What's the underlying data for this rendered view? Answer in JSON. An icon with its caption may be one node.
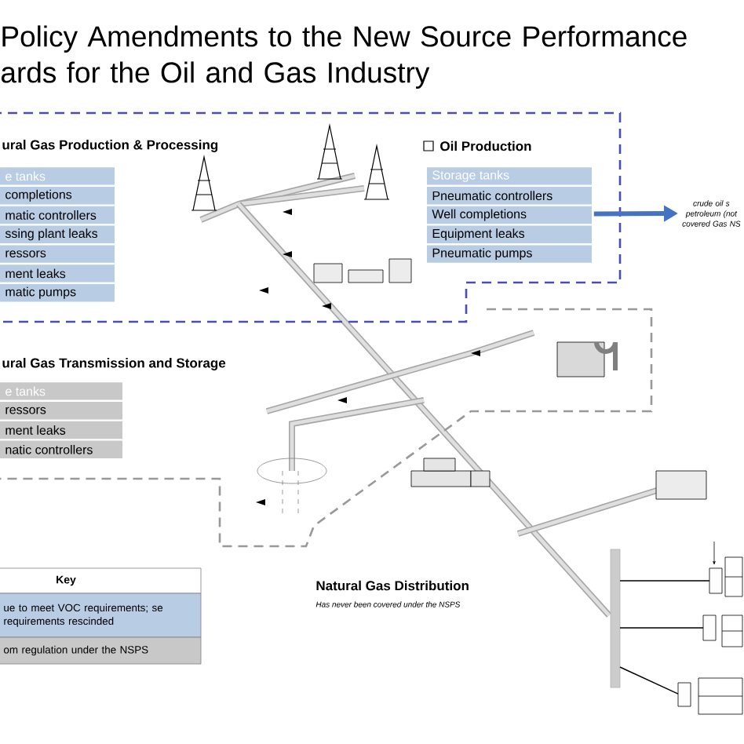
{
  "diagram": {
    "title": "Policy Amendments to the New Source Performance ards for the Oil and Gas Industry",
    "nodes": [
      {
        "text": [
          "ural Gas Production & Processing"
        ]
      },
      {
        "text": [
          "Oil Production"
        ],
        "in": 0
      },
      {
        "text": [
          "crude oil s petroleum (not covered Gas NS"
        ]
      },
      {
        "text": [
          "ural Gas Transmission and Storage"
        ]
      }
    ],
    "edges": [
      {
        "from": 1,
        "to": 2,
        "arrow": "to"
      }
    ],
    "labels": [
      "e tanks",
      "completions",
      "matic controllers",
      "ssing plant leaks",
      "ressors",
      "ment leaks",
      "matic pumps",
      "Storage tanks",
      "Pneumatic controllers",
      "Well completions",
      "Equipment leaks",
      "Pneumatic pumps",
      "e tanks",
      "ressors",
      "ment leaks",
      "natic controllers",
      "Key",
      "Natural Gas Distribution",
      "Has never been covered under the NSPS"
    ],
    "legend": [
      {
        "text": "ue to meet VOC requirements; se requirements rescinded",
        "color": "#b8cce4"
      },
      {
        "text": "om regulation under the NSPS",
        "color": "#c8c8c8"
      }
    ]
  }
}
